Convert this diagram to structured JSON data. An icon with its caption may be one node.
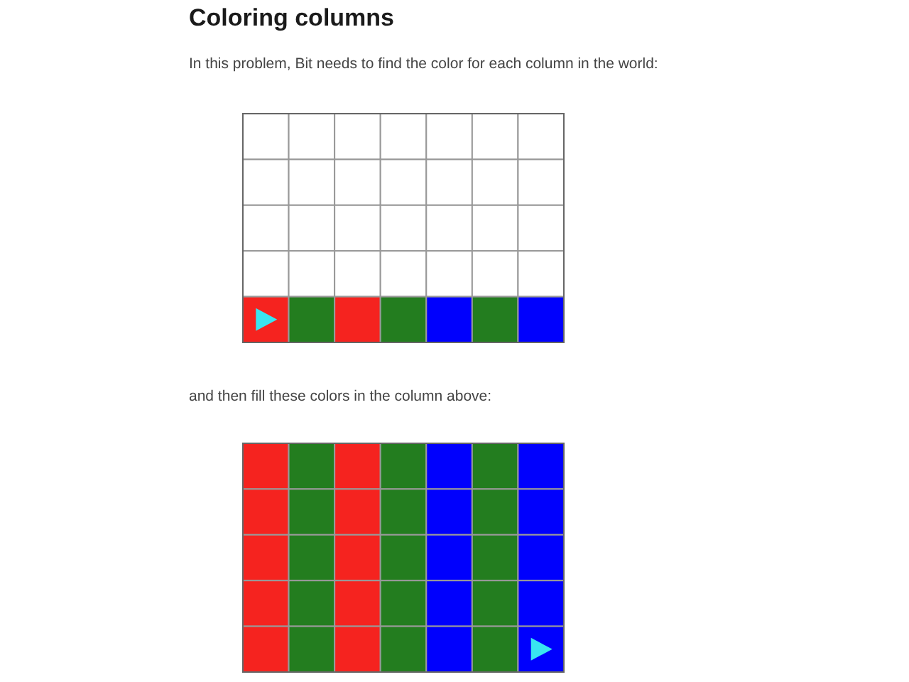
{
  "diagram": {
    "title": "Coloring columns",
    "labels": [
      "In this problem, Bit needs to find the color for each column in the world:",
      "and then fill these colors in the column above:"
    ]
  }
}
